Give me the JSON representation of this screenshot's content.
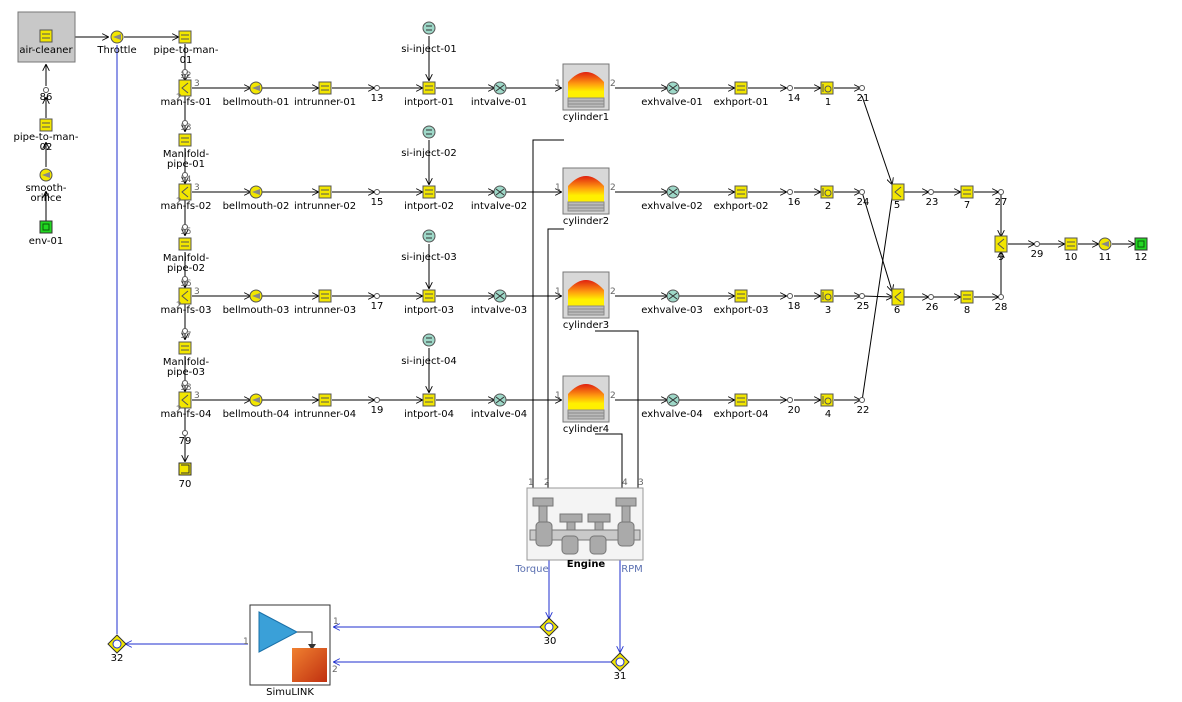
{
  "colors": {
    "wire": "#000000",
    "signal": "#1f2fcf",
    "component_fill": "#f2e600",
    "component_border": "#555555",
    "valve_fill": "#9ed8c8",
    "env_fill": "#22d822",
    "air_cleaner_bg": "#c8c8c8"
  },
  "components": {
    "air_cleaner": "air-cleaner",
    "throttle": "Throttle",
    "pipe_to_man_01": "pipe-to-man-\n01",
    "pipe_to_man_02": "pipe-to-man-\n02",
    "smooth_orifice": "smooth-\norifice",
    "env_01": "env-01",
    "node_86": "86",
    "man_fs": [
      "man-fs-01",
      "man-fs-02",
      "man-fs-03",
      "man-fs-04"
    ],
    "manifold_pipes": [
      "Manifold-\npipe-01",
      "Manifold-\npipe-02",
      "Manifold-\npipe-03"
    ],
    "end_cap": "70",
    "node_79": "79",
    "bellmouth": [
      "bellmouth-01",
      "bellmouth-02",
      "bellmouth-03",
      "bellmouth-04"
    ],
    "intrunner": [
      "intrunner-01",
      "intrunner-02",
      "intrunner-03",
      "intrunner-04"
    ],
    "intake_nodes": [
      "13",
      "15",
      "17",
      "19"
    ],
    "si_inject": [
      "si-inject-01",
      "si-inject-02",
      "si-inject-03",
      "si-inject-04"
    ],
    "intport": [
      "intport-01",
      "intport-02",
      "intport-03",
      "intport-04"
    ],
    "intvalve": [
      "intvalve-01",
      "intvalve-02",
      "intvalve-03",
      "intvalve-04"
    ],
    "cylinders": [
      "cylinder1",
      "cylinder2",
      "cylinder3",
      "cylinder4"
    ],
    "exhvalve": [
      "exhvalve-01",
      "exhvalve-02",
      "exhvalve-03",
      "exhvalve-04"
    ],
    "exhport": [
      "exhport-01",
      "exhport-02",
      "exhport-03",
      "exhport-04"
    ],
    "exhaust_nodes": [
      "14",
      "16",
      "18",
      "20"
    ],
    "bends": [
      "1",
      "2",
      "3",
      "4"
    ],
    "merge_nodes": [
      "21",
      "24",
      "25",
      "22"
    ],
    "flowsplits": [
      "5",
      "6",
      "9"
    ],
    "exhaust_nodes_mid": [
      "23",
      "26"
    ],
    "exhaust_pipes": [
      "7",
      "8",
      "10"
    ],
    "exhaust_nodes_right": [
      "27",
      "28",
      "29"
    ],
    "orifice_11": "11",
    "env_12": "12",
    "engine": "Engine",
    "torque": "Torque",
    "rpm": "RPM",
    "sensors": [
      "30",
      "31",
      "32"
    ],
    "simulink": "SimuLINK",
    "mid_port_labels": [
      "12",
      "13",
      "14",
      "15",
      "16",
      "17",
      "18",
      "78"
    ]
  },
  "port_numbers": {
    "one": "1",
    "two": "2",
    "three": "3",
    "four": "4"
  }
}
